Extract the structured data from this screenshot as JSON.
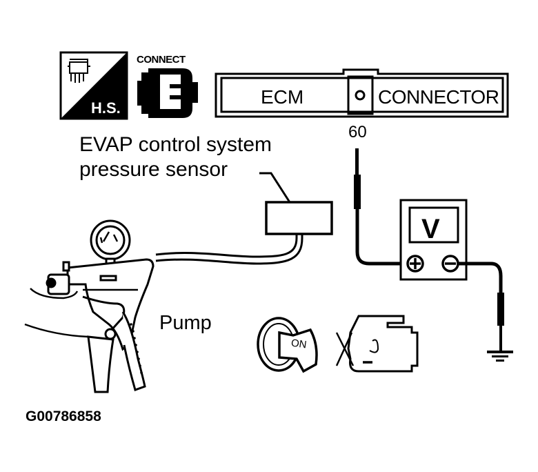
{
  "diagram": {
    "title_block": {
      "hs_icon_label": "H.S.",
      "connect_icon_label": "CONNECT",
      "ecm_label": "ECM",
      "connector_label": "CONNECTOR"
    },
    "labels": {
      "sensor_line1": "EVAP control system",
      "sensor_line2": "pressure sensor",
      "pump": "Pump",
      "terminal_number": "60",
      "voltmeter_symbol": "V",
      "ignition_state": "ON",
      "figure_id": "G00786858"
    },
    "icons": {
      "harness_side": "harness-side-icon",
      "connect": "connector-icon",
      "voltmeter": "voltmeter-icon",
      "ignition_key": "ignition-key-icon",
      "engine": "engine-icon",
      "ground": "ground-icon",
      "pump": "vacuum-pump-icon",
      "positive_terminal": "plus-terminal-icon",
      "negative_terminal": "minus-terminal-icon"
    }
  }
}
